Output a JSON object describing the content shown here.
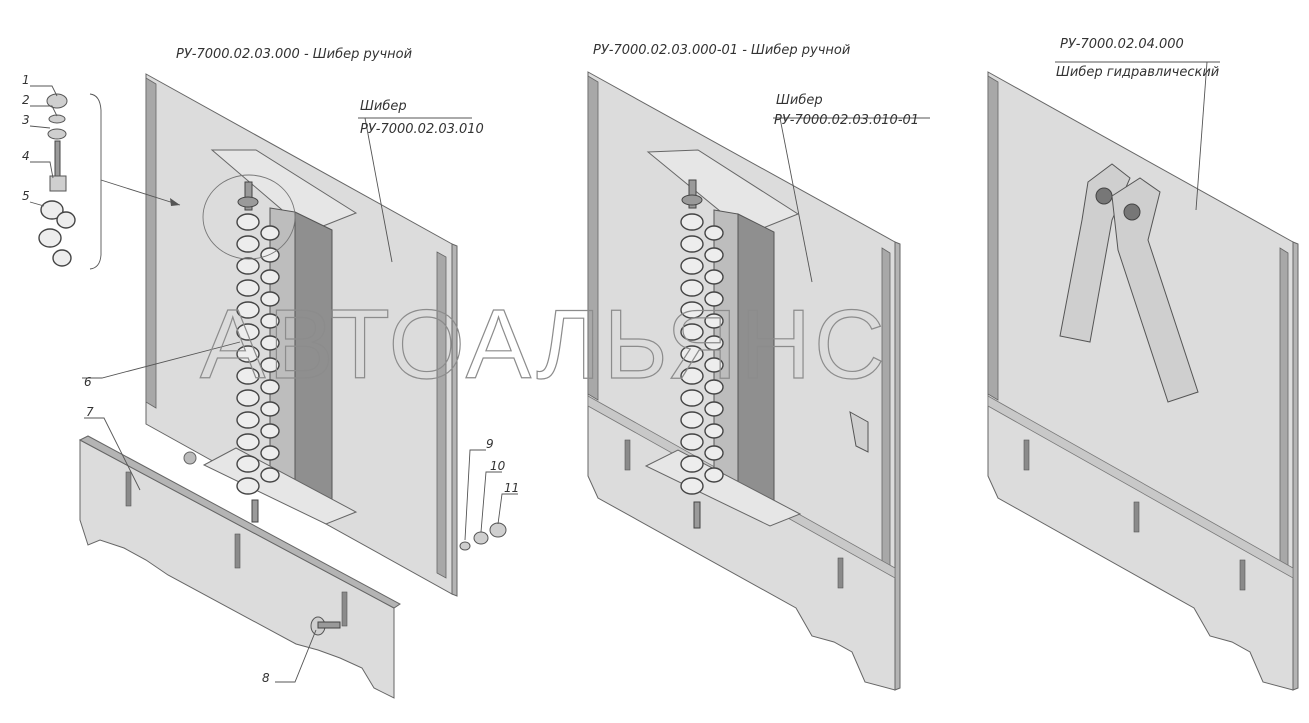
{
  "titles": {
    "manual": "РУ-7000.02.03.000 - Шибер ручной",
    "manual01": "РУ-7000.02.03.000-01 - Шибер ручной",
    "hydraulic_code": "РУ-7000.02.04.000",
    "hydraulic_name": "Шибер гидравлический"
  },
  "callouts": {
    "gate1_name": "Шибер",
    "gate1_code": "РУ-7000.02.03.010",
    "gate2_name": "Шибер",
    "gate2_code": "РУ-7000.02.03.010-01"
  },
  "parts": [
    "1",
    "2",
    "3",
    "4",
    "5",
    "6",
    "7",
    "8",
    "9",
    "10",
    "11"
  ],
  "watermark": "АВТОАЛЬЯНС",
  "colors": {
    "plate": "#dcdcdc",
    "edge": "#b4b4b4",
    "line": "#555555",
    "watermark_stroke": "#8c8c8c"
  }
}
